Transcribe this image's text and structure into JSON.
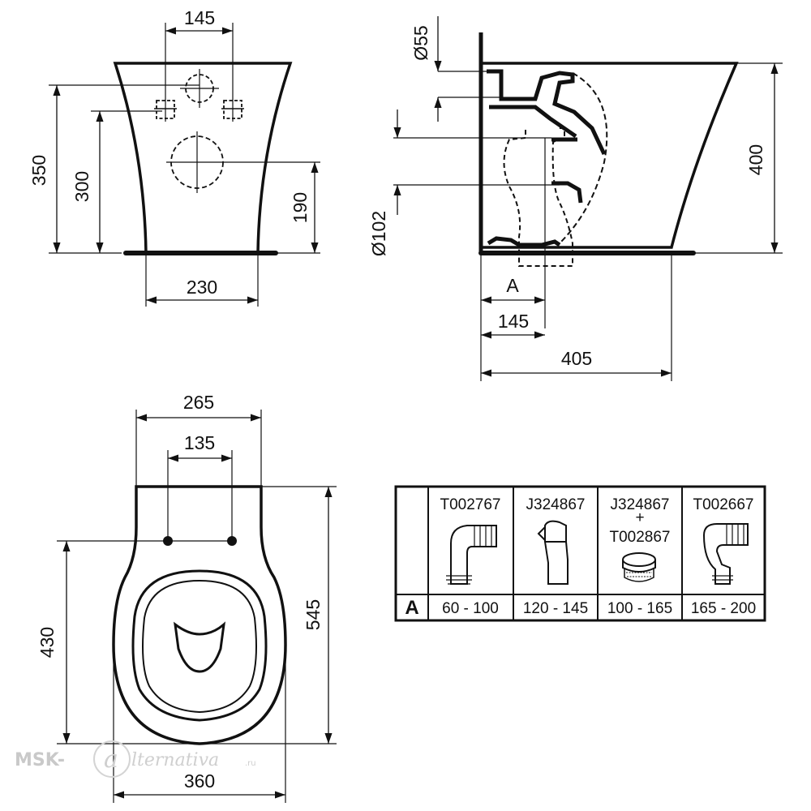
{
  "front_view": {
    "dim_top_width": "145",
    "dim_height_left": "350",
    "dim_height_inner": "300",
    "dim_height_outlet": "190",
    "dim_base_width": "230"
  },
  "side_view": {
    "dim_inlet_diameter": "Ø55",
    "dim_outlet_diameter": "Ø102",
    "dim_height": "400",
    "dim_a_label": "A",
    "dim_offset": "145",
    "dim_depth": "405"
  },
  "top_view": {
    "dim_width_top": "265",
    "dim_bolt_spacing": "135",
    "dim_bolt_to_front": "430",
    "dim_length": "545",
    "dim_width": "360"
  },
  "connector_table": {
    "row_label": "A",
    "columns": [
      {
        "code": "T002767",
        "plus": "",
        "code2": "",
        "range": "60 - 100"
      },
      {
        "code": "J324867",
        "plus": "",
        "code2": "",
        "range": "120 - 145"
      },
      {
        "code": "J324867",
        "plus": "+",
        "code2": "T002867",
        "range": "100 - 165"
      },
      {
        "code": "T002667",
        "plus": "",
        "code2": "",
        "range": "165 - 200"
      }
    ]
  },
  "watermark": {
    "brand_left": "MSK-",
    "brand_script": "lternativa",
    "brand_suffix": ".ru"
  }
}
